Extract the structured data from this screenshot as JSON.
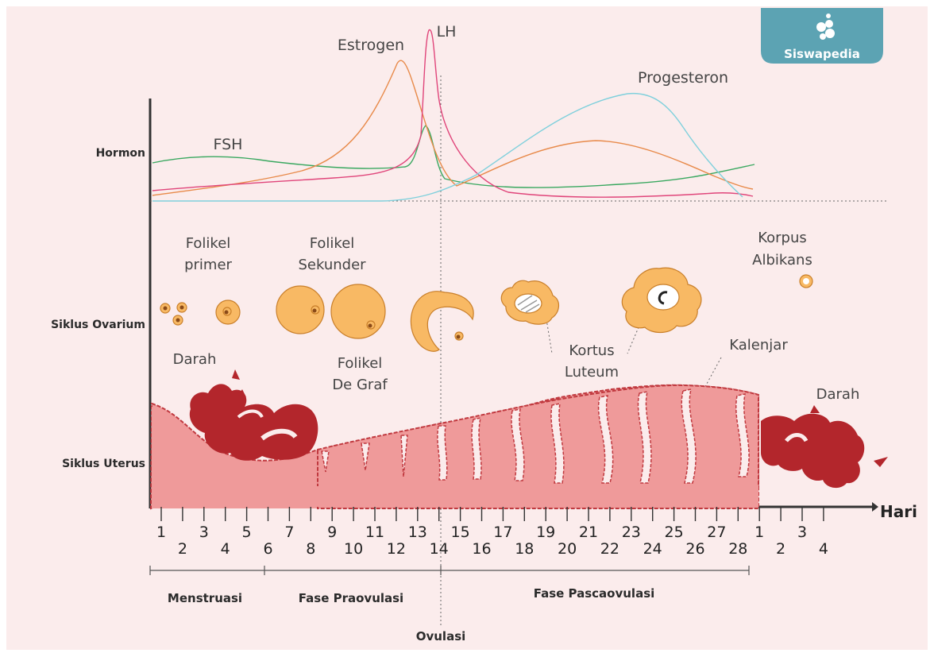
{
  "brand": {
    "name": "Siswapedia"
  },
  "row_labels": {
    "hormone": "Hormon",
    "ovary": "Siklus Ovarium",
    "uterus": "Siklus Uterus"
  },
  "hormones": {
    "fsh": {
      "label": "FSH",
      "color": "#3aa860"
    },
    "estrogen": {
      "label": "Estrogen",
      "color": "#e88a4a"
    },
    "lh": {
      "label": "LH",
      "color": "#e0457a"
    },
    "progesterone": {
      "label": "Progesteron",
      "color": "#7fd0dc"
    }
  },
  "ovary_labels": {
    "primary_1": "Folikel",
    "primary_2": "primer",
    "secondary_1": "Folikel",
    "secondary_2": "Sekunder",
    "graaf_1": "Folikel",
    "graaf_2": "De Graf",
    "luteum_1": "Kortus",
    "luteum_2": "Luteum",
    "albicans_1": "Korpus",
    "albicans_2": "Albikans"
  },
  "uterus_labels": {
    "blood_left": "Darah",
    "blood_right": "Darah",
    "gland": "Kalenjar"
  },
  "axis": {
    "label": "Hari"
  },
  "days_top": [
    "1",
    "3",
    "5",
    "7",
    "9",
    "11",
    "13",
    "15",
    "17",
    "19",
    "21",
    "23",
    "25",
    "27",
    "1",
    "3"
  ],
  "days_bottom": [
    "2",
    "4",
    "6",
    "8",
    "10",
    "12",
    "14",
    "16",
    "18",
    "20",
    "22",
    "24",
    "26",
    "28",
    "2",
    "4"
  ],
  "phases": {
    "menstruation": "Menstruasi",
    "preovulation": "Fase Praovulasi",
    "postovulation": "Fase Pascaovulasi",
    "ovulation": "Ovulasi"
  },
  "colors": {
    "background": "#fbecec",
    "follicle": "#f8b964",
    "follicle_stroke": "#c97f2a",
    "uterus": "#ef9a9a",
    "uterus_stroke": "#c0393f",
    "blood": "#b3262c",
    "badge": "#5ca3b3"
  }
}
